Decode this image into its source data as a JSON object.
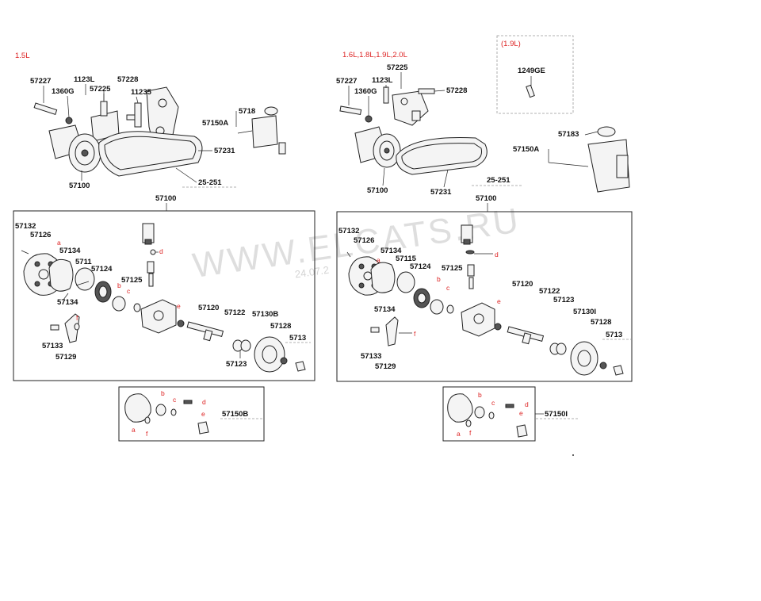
{
  "watermark": "WWW.ELCATS.RU",
  "watermark_date": "24.07.2",
  "left": {
    "engine_label": "1.5L",
    "labels": {
      "p57227": "57227",
      "p1123l": "1123L",
      "p57228": "57228",
      "p1360g": "1360G",
      "p57225": "57225",
      "p11235": "11235",
      "p57150a": "57150A",
      "p57183": "5718",
      "p57231": "57231",
      "p57100_pump": "57100",
      "p25251": "25-251",
      "p57100_header": "57100",
      "p57132": "57132",
      "p57126": "57126",
      "p57134a": "57134",
      "p57115": "5711",
      "p57124": "57124",
      "p57134b": "57134",
      "p57125": "57125",
      "p57120": "57120",
      "p57122": "57122",
      "p57130b": "57130B",
      "p57128": "57128",
      "p5713": "5713",
      "p57133": "57133",
      "p57129": "57129",
      "p57123": "57123",
      "p57150b": "57150B"
    },
    "red": {
      "b": "b",
      "c": "c",
      "d": "d",
      "e": "e",
      "a": "a",
      "f": "f"
    }
  },
  "right": {
    "engine_label": "1.6L,1.8L,1.9L,2.0L",
    "inset_label": "(1.9L)",
    "labels": {
      "p1249ge": "1249GE",
      "p57225": "57225",
      "p57227": "57227",
      "p1123l": "1123L",
      "p57228": "57228",
      "p1360g": "1360G",
      "p57183": "57183",
      "p57150a": "57150A",
      "p57100_pump": "57100",
      "p57231": "57231",
      "p25251": "25-251",
      "p57100_header": "57100",
      "p57132": "57132",
      "p57126": "57126",
      "p57134a": "57134",
      "p57115": "57115",
      "p57124": "57124",
      "p57125": "57125",
      "p57120": "57120",
      "p57122": "57122",
      "p57123a": "57123",
      "p57134b": "57134",
      "p57130": "57130I",
      "p57128": "57128",
      "p5713": "5713",
      "p57133": "57133",
      "p57129": "57129",
      "p57150b": "57150I"
    },
    "red": {
      "b": "b",
      "c": "c",
      "d": "d",
      "e": "e",
      "a": "a",
      "f": "f"
    }
  }
}
